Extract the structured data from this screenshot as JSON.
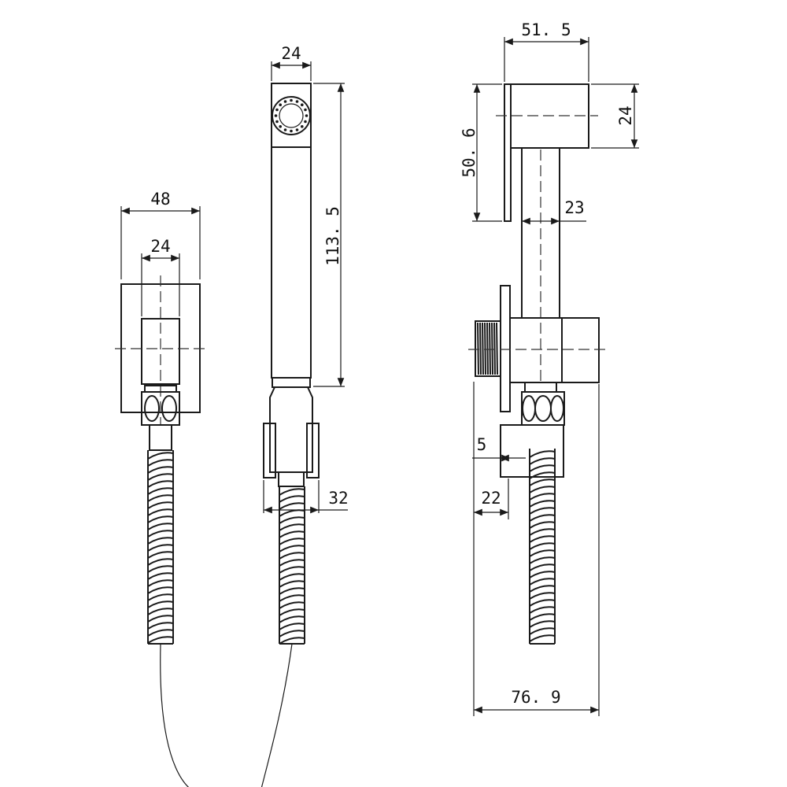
{
  "drawing": {
    "front_view": {
      "overall_width": "48",
      "bracket_width": "24"
    },
    "handspray_view": {
      "head_width": "24",
      "handle_length": "113. 5",
      "holder_width": "32"
    },
    "side_view": {
      "arm_length": "51. 5",
      "head_height": "24",
      "plate_height": "50. 6",
      "handle_width": "23",
      "outlet_offset": "5",
      "holder_offset": "22",
      "overall_depth": "76. 9"
    }
  }
}
